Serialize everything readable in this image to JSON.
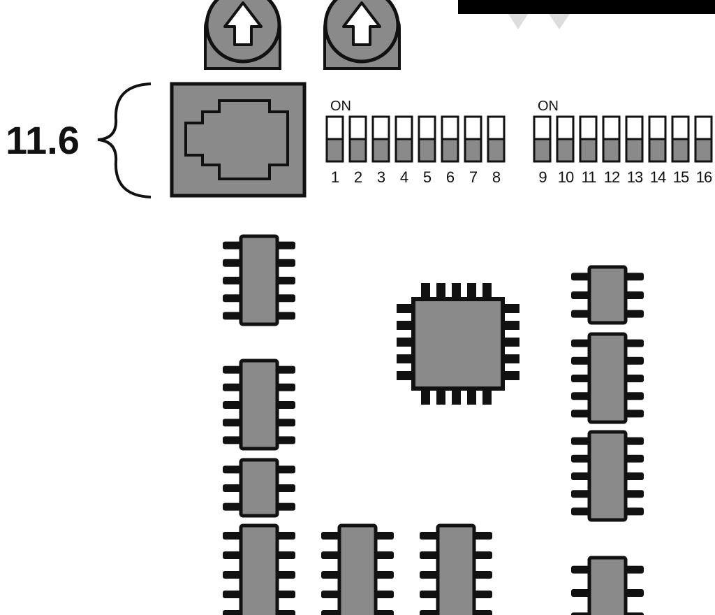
{
  "callout": {
    "label": "11.6"
  },
  "dip_switch_banks": [
    {
      "on_label": "ON",
      "numbers": [
        "1",
        "2",
        "3",
        "4",
        "5",
        "6",
        "7",
        "8"
      ]
    },
    {
      "on_label": "ON",
      "numbers": [
        "9",
        "10",
        "11",
        "12",
        "13",
        "14",
        "15",
        "16"
      ]
    }
  ],
  "colors": {
    "component_fill": "#8a8a8a",
    "outline": "#111111",
    "background": "#ffffff"
  },
  "icons": {
    "pot": "arrow-up-icon"
  }
}
